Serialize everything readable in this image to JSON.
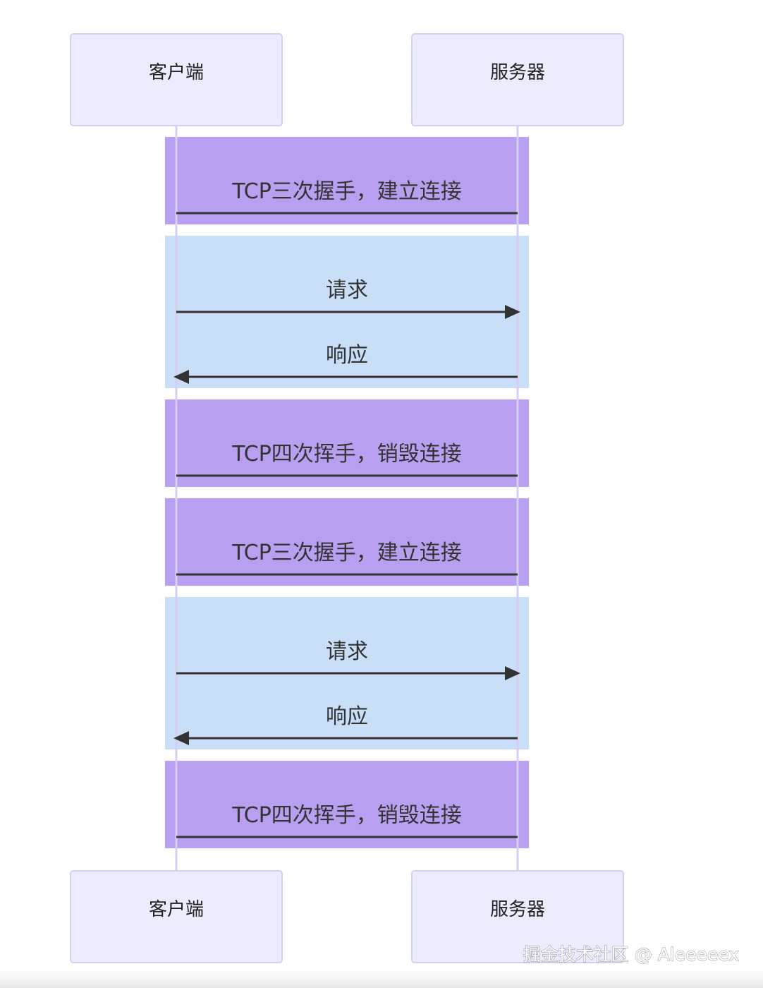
{
  "participants": {
    "client": "客户端",
    "server": "服务器"
  },
  "messages": [
    {
      "label": "TCP三次握手，建立连接",
      "type": "handshake"
    },
    {
      "label": "请求",
      "type": "request"
    },
    {
      "label": "响应",
      "type": "response"
    },
    {
      "label": "TCP四次挥手，销毁连接",
      "type": "teardown"
    },
    {
      "label": "TCP三次握手，建立连接",
      "type": "handshake"
    },
    {
      "label": "请求",
      "type": "request"
    },
    {
      "label": "响应",
      "type": "response"
    },
    {
      "label": "TCP四次挥手，销毁连接",
      "type": "teardown"
    }
  ],
  "colors": {
    "handshake_block": "#B89FF0",
    "exchange_block": "#C9DFF7",
    "participant_fill": "#ECECFF"
  },
  "watermark": "掘金技术社区 @ Aleeeeex"
}
